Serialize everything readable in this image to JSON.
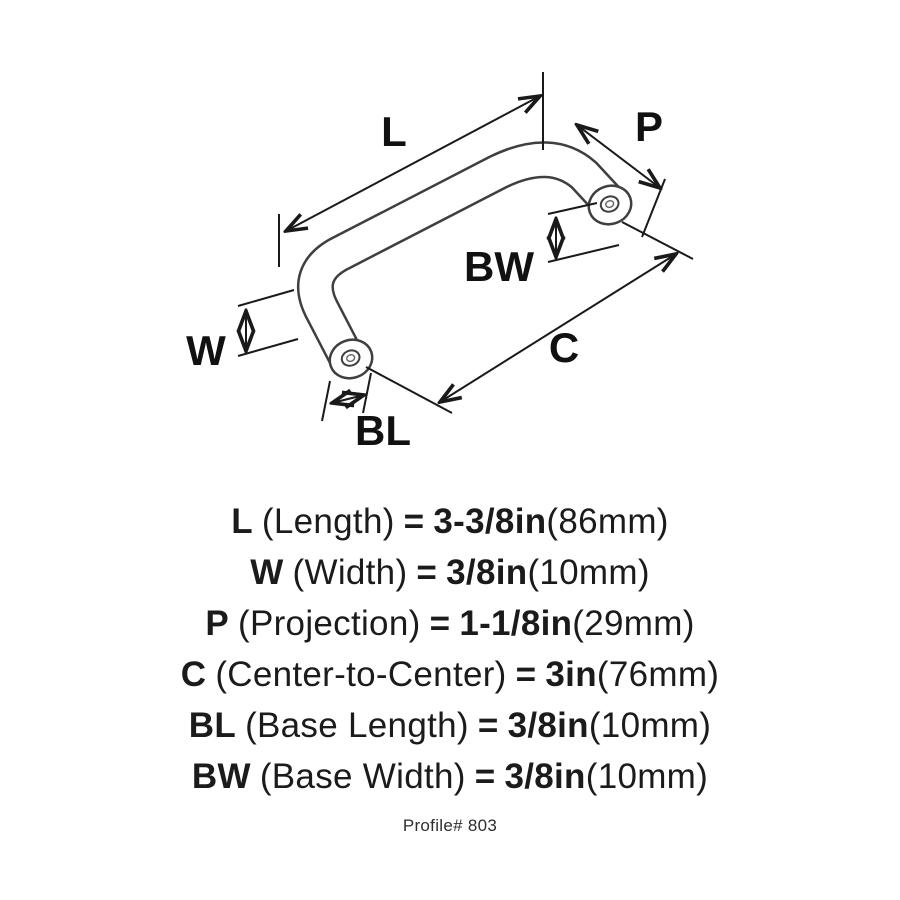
{
  "diagram": {
    "labels": {
      "L": "L",
      "P": "P",
      "BW": "BW",
      "C": "C",
      "W": "W",
      "BL": "BL"
    }
  },
  "legend": {
    "rows": [
      {
        "abbr": "L",
        "name": "(Length)",
        "equals": "=",
        "value": "3-3/8in",
        "metric": "(86mm)"
      },
      {
        "abbr": "W",
        "name": "(Width)",
        "equals": "=",
        "value": "3/8in",
        "metric": "(10mm)"
      },
      {
        "abbr": "P",
        "name": "(Projection)",
        "equals": "=",
        "value": "1-1/8in",
        "metric": "(29mm)"
      },
      {
        "abbr": "C",
        "name": "(Center-to-Center)",
        "equals": "=",
        "value": "3in",
        "metric": "(76mm)"
      },
      {
        "abbr": "BL",
        "name": "(Base Length)",
        "equals": "=",
        "value": "3/8in",
        "metric": "(10mm)"
      },
      {
        "abbr": "BW",
        "name": "(Base Width)",
        "equals": "=",
        "value": "3/8in",
        "metric": "(10mm)"
      }
    ]
  },
  "footer": {
    "profile": "Profile# 803"
  }
}
